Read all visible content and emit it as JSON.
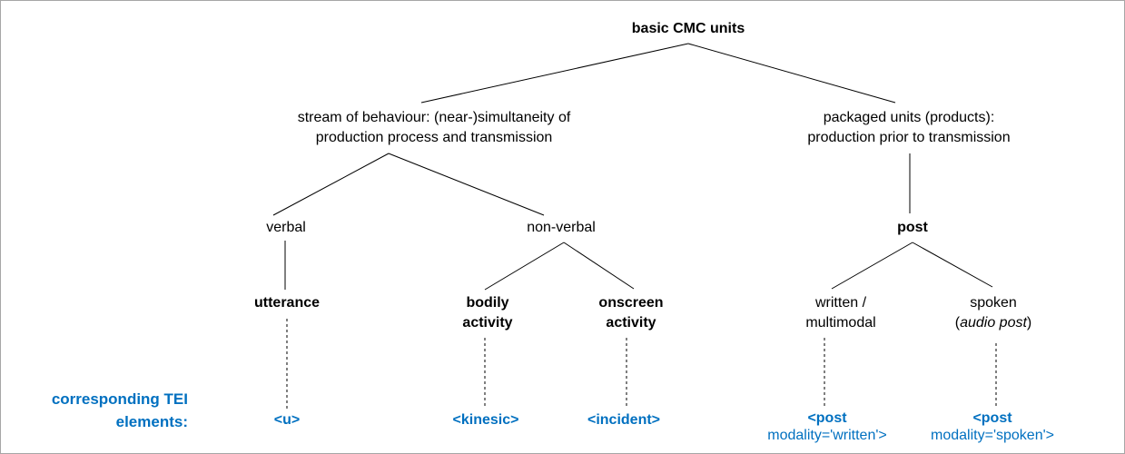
{
  "colors": {
    "accent_blue": "#0070C0",
    "line_color": "#000000",
    "border_gray": "#a6a6a6",
    "background": "#ffffff"
  },
  "tree": {
    "root": "basic CMC units",
    "stream": {
      "line1": "stream of behaviour: (near-)simultaneity of",
      "line2": "production process and transmission"
    },
    "packaged": {
      "line1": "packaged units (products):",
      "line2": "production prior to transmission"
    },
    "verbal": "verbal",
    "nonverbal": "non-verbal",
    "post": "post",
    "utterance": "utterance",
    "bodily": {
      "line1": "bodily",
      "line2": "activity"
    },
    "onscreen": {
      "line1": "onscreen",
      "line2": "activity"
    },
    "written": {
      "line1": "written /",
      "line2": "multimodal"
    },
    "spoken": {
      "line1": "spoken",
      "line2_open": "(",
      "line2_italic": "audio post",
      "line2_close": ")"
    }
  },
  "tei": {
    "label_line1": "corresponding TEI",
    "label_line2": "elements:",
    "u": "<u>",
    "kinesic": "<kinesic>",
    "incident": "<incident>",
    "post_written": {
      "line1": "<post",
      "line2": "modality='written'>"
    },
    "post_spoken": {
      "line1": "<post",
      "line2": "modality='spoken'>"
    }
  }
}
